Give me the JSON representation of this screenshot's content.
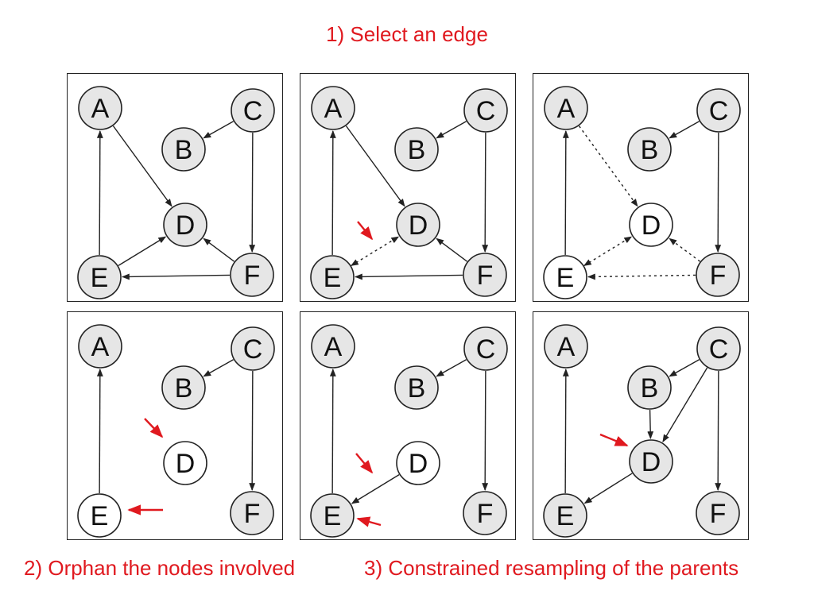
{
  "captions": {
    "step1": "1) Select an edge",
    "step2": "2) Orphan the nodes involved",
    "step3": "3) Constrained resampling of the parents"
  },
  "colors": {
    "accent": "#e0191f",
    "node_fill": "#e6e6e6",
    "node_fill_orphan": "#ffffff",
    "stroke": "#222222"
  },
  "panels": [
    {
      "id": "top-left",
      "nodes": [
        {
          "label": "A",
          "fill": "grey"
        },
        {
          "label": "B",
          "fill": "grey"
        },
        {
          "label": "C",
          "fill": "grey"
        },
        {
          "label": "D",
          "fill": "grey"
        },
        {
          "label": "E",
          "fill": "grey"
        },
        {
          "label": "F",
          "fill": "grey"
        }
      ],
      "edges": [
        {
          "from": "A",
          "to": "D",
          "style": "solid"
        },
        {
          "from": "C",
          "to": "B",
          "style": "solid"
        },
        {
          "from": "C",
          "to": "F",
          "style": "solid"
        },
        {
          "from": "E",
          "to": "A",
          "style": "solid"
        },
        {
          "from": "E",
          "to": "D",
          "style": "solid"
        },
        {
          "from": "F",
          "to": "D",
          "style": "solid"
        },
        {
          "from": "F",
          "to": "E",
          "style": "solid"
        }
      ],
      "pointers": []
    },
    {
      "id": "top-middle",
      "nodes": [
        {
          "label": "A",
          "fill": "grey"
        },
        {
          "label": "B",
          "fill": "grey"
        },
        {
          "label": "C",
          "fill": "grey"
        },
        {
          "label": "D",
          "fill": "grey"
        },
        {
          "label": "E",
          "fill": "grey"
        },
        {
          "label": "F",
          "fill": "grey"
        }
      ],
      "edges": [
        {
          "from": "A",
          "to": "D",
          "style": "solid"
        },
        {
          "from": "C",
          "to": "B",
          "style": "solid"
        },
        {
          "from": "C",
          "to": "F",
          "style": "solid"
        },
        {
          "from": "E",
          "to": "A",
          "style": "solid"
        },
        {
          "from": "E",
          "to": "D",
          "style": "dotted-both"
        },
        {
          "from": "F",
          "to": "D",
          "style": "solid"
        },
        {
          "from": "F",
          "to": "E",
          "style": "solid"
        }
      ],
      "pointers": [
        "ED-edge"
      ]
    },
    {
      "id": "top-right",
      "nodes": [
        {
          "label": "A",
          "fill": "grey"
        },
        {
          "label": "B",
          "fill": "grey"
        },
        {
          "label": "C",
          "fill": "grey"
        },
        {
          "label": "D",
          "fill": "white"
        },
        {
          "label": "E",
          "fill": "white"
        },
        {
          "label": "F",
          "fill": "grey"
        }
      ],
      "edges": [
        {
          "from": "A",
          "to": "D",
          "style": "dotted"
        },
        {
          "from": "C",
          "to": "B",
          "style": "solid"
        },
        {
          "from": "C",
          "to": "F",
          "style": "solid"
        },
        {
          "from": "E",
          "to": "A",
          "style": "solid"
        },
        {
          "from": "E",
          "to": "D",
          "style": "dotted-both"
        },
        {
          "from": "F",
          "to": "D",
          "style": "dotted"
        },
        {
          "from": "F",
          "to": "E",
          "style": "dotted"
        }
      ],
      "pointers": []
    },
    {
      "id": "bottom-left",
      "nodes": [
        {
          "label": "A",
          "fill": "grey"
        },
        {
          "label": "B",
          "fill": "grey"
        },
        {
          "label": "C",
          "fill": "grey"
        },
        {
          "label": "D",
          "fill": "white"
        },
        {
          "label": "E",
          "fill": "white"
        },
        {
          "label": "F",
          "fill": "grey"
        }
      ],
      "edges": [
        {
          "from": "C",
          "to": "B",
          "style": "solid"
        },
        {
          "from": "C",
          "to": "F",
          "style": "solid"
        },
        {
          "from": "E",
          "to": "A",
          "style": "solid"
        }
      ],
      "pointers": [
        "D-node",
        "E-node"
      ]
    },
    {
      "id": "bottom-middle",
      "nodes": [
        {
          "label": "A",
          "fill": "grey"
        },
        {
          "label": "B",
          "fill": "grey"
        },
        {
          "label": "C",
          "fill": "grey"
        },
        {
          "label": "D",
          "fill": "white"
        },
        {
          "label": "E",
          "fill": "grey"
        },
        {
          "label": "F",
          "fill": "grey"
        }
      ],
      "edges": [
        {
          "from": "C",
          "to": "B",
          "style": "solid"
        },
        {
          "from": "C",
          "to": "F",
          "style": "solid"
        },
        {
          "from": "E",
          "to": "A",
          "style": "solid"
        },
        {
          "from": "D",
          "to": "E",
          "style": "solid"
        }
      ],
      "pointers": [
        "DE-edge",
        "E-node"
      ]
    },
    {
      "id": "bottom-right",
      "nodes": [
        {
          "label": "A",
          "fill": "grey"
        },
        {
          "label": "B",
          "fill": "grey"
        },
        {
          "label": "C",
          "fill": "grey"
        },
        {
          "label": "D",
          "fill": "grey"
        },
        {
          "label": "E",
          "fill": "grey"
        },
        {
          "label": "F",
          "fill": "grey"
        }
      ],
      "edges": [
        {
          "from": "C",
          "to": "B",
          "style": "solid"
        },
        {
          "from": "C",
          "to": "F",
          "style": "solid"
        },
        {
          "from": "C",
          "to": "D",
          "style": "solid"
        },
        {
          "from": "B",
          "to": "D",
          "style": "solid"
        },
        {
          "from": "E",
          "to": "A",
          "style": "solid"
        },
        {
          "from": "D",
          "to": "E",
          "style": "solid"
        }
      ],
      "pointers": [
        "D-node"
      ]
    }
  ]
}
